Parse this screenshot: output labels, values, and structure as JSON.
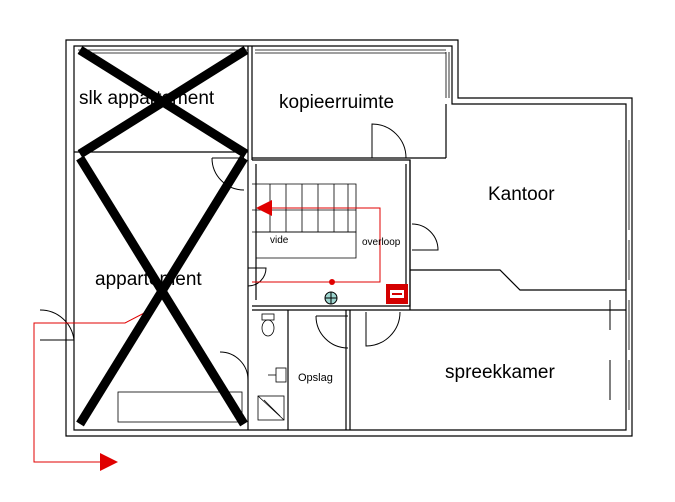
{
  "rooms": {
    "slk_appartement": "slk appartement",
    "kopieerruimte": "kopieerruimte",
    "kantoor": "Kantoor",
    "vide": "vide",
    "overloop": "overloop",
    "appartement": "appartement",
    "opslag": "Opslag",
    "spreekkamer": "spreekkamer"
  },
  "symbols": {
    "crossed_out_area": "cross-mark",
    "fire_hose": "fire-hose-reel-icon",
    "extinguisher": "extinguisher-icon",
    "toilet": "toilet-icon",
    "shower": "shower-icon",
    "sink": "sink-icon"
  },
  "colors": {
    "escape_route": "#e00000",
    "wall": "#000000"
  }
}
